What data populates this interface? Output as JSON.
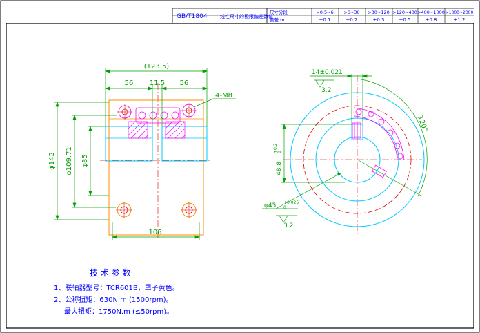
{
  "header": {
    "standard": "GB/T1804",
    "title": "线性尺寸的极限偏差数值",
    "col_label_row1": "尺寸分段",
    "col_label_row2": "偏差 m",
    "ranges": [
      ">0.5~6",
      ">6~30",
      ">30~120",
      ">120~400",
      ">400~1000",
      ">1000~2000"
    ],
    "tolerances": [
      "±0.1",
      "±0.2",
      "±0.3",
      "±0.5",
      "±0.8",
      "±1.2"
    ]
  },
  "front_view": {
    "overall_width": "(123.5)",
    "left_width": "56",
    "gap_width": "11.5",
    "right_width": "56",
    "base_width": "106",
    "thread_callout": "4-M8",
    "outer_diameter": "φ142",
    "pitch_diameter": "φ109.71",
    "hub_diameter": "φ85"
  },
  "side_view": {
    "keyway_width": "14±0.021",
    "roughness_top": "3.2",
    "keyway_depth": "48.8",
    "keyway_depth_tol": "+0.2",
    "keyway_depth_tol_low": "0",
    "bore": "φ45",
    "bore_tol": "+0.025",
    "bore_tol_low": "0",
    "roughness_bottom": "3.2",
    "angle": "120°"
  },
  "notes": {
    "heading": "技 术 参 数",
    "line1": "1、联轴器型号：TCR601B，罩子黄色。",
    "line2": "2、公称扭矩：630N.m (1500rpm)。",
    "line3": "最大扭矩：1750N.m (≤50rpm)。"
  },
  "colors": {
    "border": "#000000",
    "dimension": "#00a000",
    "centerline": "#e00000",
    "outline": "#00c8ff",
    "part": "#ff8c00",
    "hatch": "#ff00ff",
    "text": "#0000ff"
  }
}
